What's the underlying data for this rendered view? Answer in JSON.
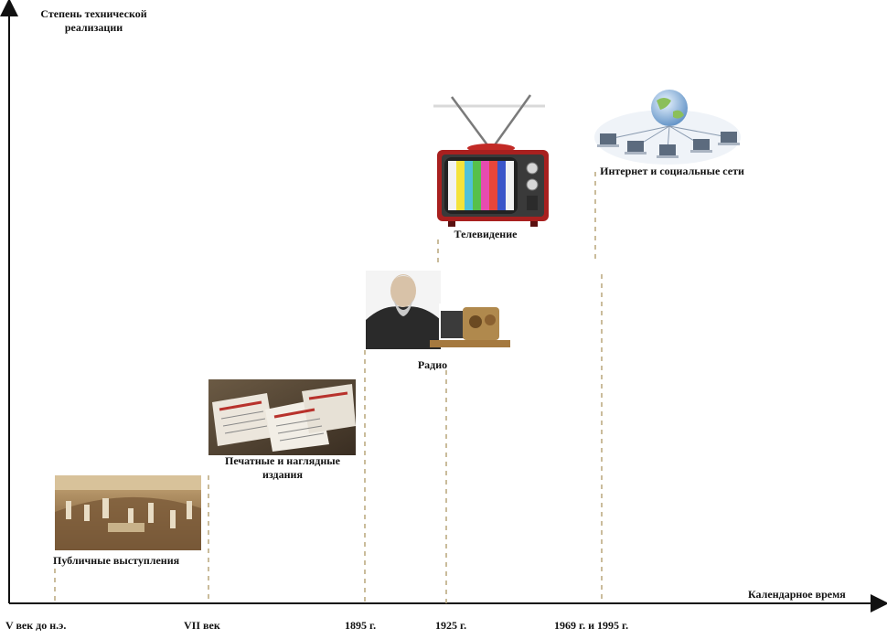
{
  "axes": {
    "y_label": "Степень технической реализации",
    "x_label": "Календарное время"
  },
  "ticks": [
    "V век до н.э.",
    "VII век",
    "1895 г.",
    "1925 г.",
    "1969 г. и 1995 г."
  ],
  "stages": [
    {
      "label": "Публичные выступления",
      "image": "public-speech-painting"
    },
    {
      "label": "Печатные и наглядные издания",
      "image": "printed-newspapers-photo"
    },
    {
      "label": "Радио",
      "image": "popov-radio-photo"
    },
    {
      "label": "Телевидение",
      "image": "retro-tv-icon"
    },
    {
      "label": "Интернет и социальные сети",
      "image": "network-globe-icon"
    }
  ],
  "colors": {
    "axis": "#111111",
    "dash": "#b8a57a",
    "tv_body": "#a8201f",
    "tv_stripes": [
      "#f2f2f2",
      "#f4e33a",
      "#4fc1d9",
      "#57c04a",
      "#e74bb0",
      "#e8463a",
      "#3a55c9",
      "#222222"
    ]
  }
}
